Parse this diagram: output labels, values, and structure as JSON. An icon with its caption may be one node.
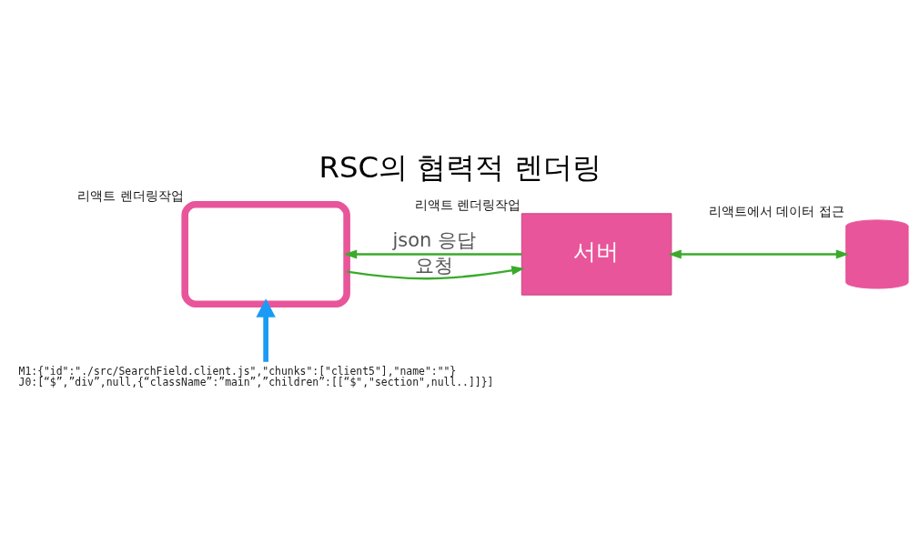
{
  "diagram": {
    "title": "RSC의 협력적 렌더링",
    "nodes": [
      {
        "text": [],
        "shape": "box",
        "beside": [
          "리액트 렌더링작업"
        ]
      },
      {
        "text": [
          "서버"
        ],
        "beside": [
          "리액트 렌더링작업"
        ]
      },
      {
        "text": [],
        "shape": "cylinder",
        "beside": [
          "리액트에서 데이터 접근"
        ]
      },
      {
        "text": [
          "M1:{\"id\":\"./src/SearchField.client.js\",\"chunks\":[\"client5\"],\"name\":\"\"}",
          "J0:[“$”,”div”,null,{“className”:”main”,”children”:[[“$\",\"section\",null..]]}]"
        ]
      }
    ],
    "edges": [
      {
        "from": 0,
        "to": 1,
        "arrow": "to",
        "label": "요청"
      },
      {
        "from": 1,
        "to": 0,
        "arrow": "to",
        "label": "json 응답"
      },
      {
        "from": 1,
        "to": 2,
        "arrow": "both"
      },
      {
        "from": 3,
        "to": 0,
        "arrow": "to",
        "style": "thick",
        "color": "#1a9bf5"
      }
    ]
  }
}
